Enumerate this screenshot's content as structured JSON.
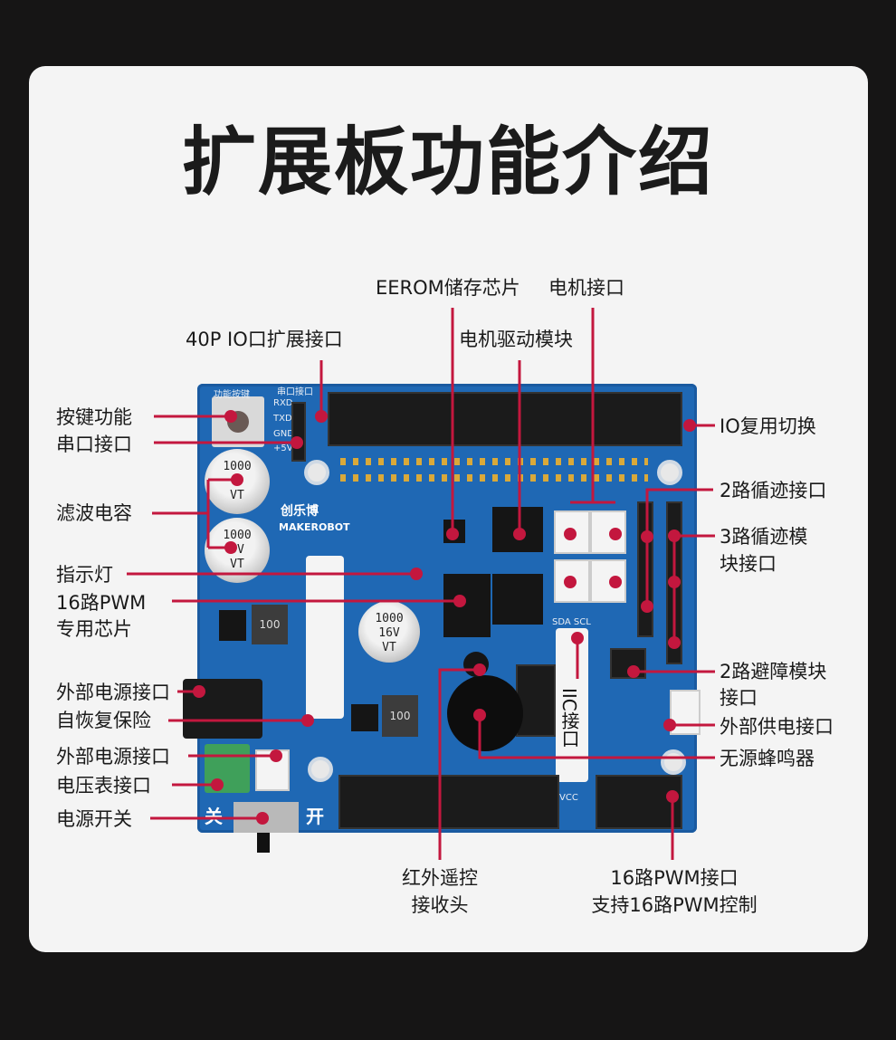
{
  "title": "扩展板功能介绍",
  "labels": {
    "eerom": "EEROM储存芯片",
    "motor_port": "电机接口",
    "io_40p": "40P IO口扩展接口",
    "motor_driver": "电机驱动模块",
    "key_function": "按键功能",
    "serial_port": "串口接口",
    "filter_cap": "滤波电容",
    "indicator": "指示灯",
    "pwm_chip_1": "16路PWM",
    "pwm_chip_2": "专用芯片",
    "ext_power_1": "外部电源接口",
    "fuse": "自恢复保险",
    "ext_power_2": "外部电源接口",
    "voltmeter": "电压表接口",
    "power_switch": "电源开关",
    "io_mux": "IO复用切换",
    "track2": "2路循迹接口",
    "track3_1": "3路循迹模",
    "track3_2": "块接口",
    "avoid_1": "2路避障模块",
    "avoid_2": "接口",
    "ext_supply": "外部供电接口",
    "buzzer": "无源蜂鸣器",
    "iic": "IIC接口",
    "ir_1": "红外遥控",
    "ir_2": "接收头",
    "pwm_port_1": "16路PWM接口",
    "pwm_port_2": "支持16路PWM控制"
  },
  "board_silk": {
    "brand_cn": "创乐博",
    "brand_en": "MAKEROBOT",
    "key_label": "功能按键",
    "serial_label": "串口接口",
    "rxd": "RXD",
    "txd": "TXD",
    "gnd": "GND",
    "v5": "+5V",
    "cap_a": "1000\nV\nVT",
    "cap_b": "1000\n5V\nVT",
    "cap_c": "1000\n16V\nVT",
    "switch_off": "关",
    "switch_on": "开",
    "sda_scl": "SDA SCL",
    "vcc": "VCC",
    "ind_100a": "100",
    "ind_100b": "100"
  },
  "colors": {
    "card": "#f4f4f4",
    "page": "#161515",
    "board": "#1f68b4",
    "callout": "#c3173e"
  }
}
